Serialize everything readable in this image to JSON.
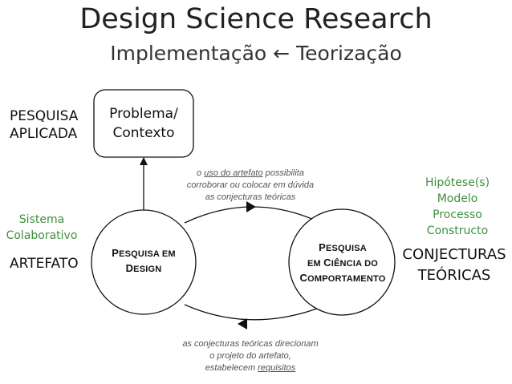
{
  "header": {
    "title": "Design Science Research",
    "subtitle": "Implementação ← Teorização"
  },
  "left": {
    "applied_line1": "PESQUISA",
    "applied_line2": "APLICADA",
    "system_line1": "Sistema",
    "system_line2": "Colaborativo",
    "artifact": "ARTEFATO"
  },
  "problem_box": {
    "line1": "Problema/",
    "line2": "Contexto"
  },
  "design_node": {
    "line1_first": "P",
    "line1_rest": "ESQUISA EM",
    "line2_first": "D",
    "line2_rest": "ESIGN"
  },
  "behavior_node": {
    "line1_first": "P",
    "line1_rest": "ESQUISA",
    "line2_a": "EM ",
    "line2_b_first": "C",
    "line2_b_rest": "IÊNCIA DO",
    "line3_first": "C",
    "line3_rest": "OMPORTAMENTO"
  },
  "top_caption": {
    "line1_a": "o ",
    "line1_u": "uso do artefato",
    "line1_b": " possibilita",
    "line2": "corroborar ou colocar em dúvida",
    "line3": "as conjecturas teóricas"
  },
  "bottom_caption": {
    "line1": "as conjecturas teóricas direcionam",
    "line2": "o projeto do artefato,",
    "line3_a": "estabelecem ",
    "line3_u": "requisitos"
  },
  "right": {
    "items": [
      "Hipótese(s)",
      "Modelo",
      "Processo",
      "Constructo"
    ],
    "conj_line1": "CONJECTURAS",
    "conj_line2": "TEÓRICAS"
  },
  "colors": {
    "green": "#3f8f3f",
    "stroke": "#111111",
    "caption": "#555555"
  }
}
